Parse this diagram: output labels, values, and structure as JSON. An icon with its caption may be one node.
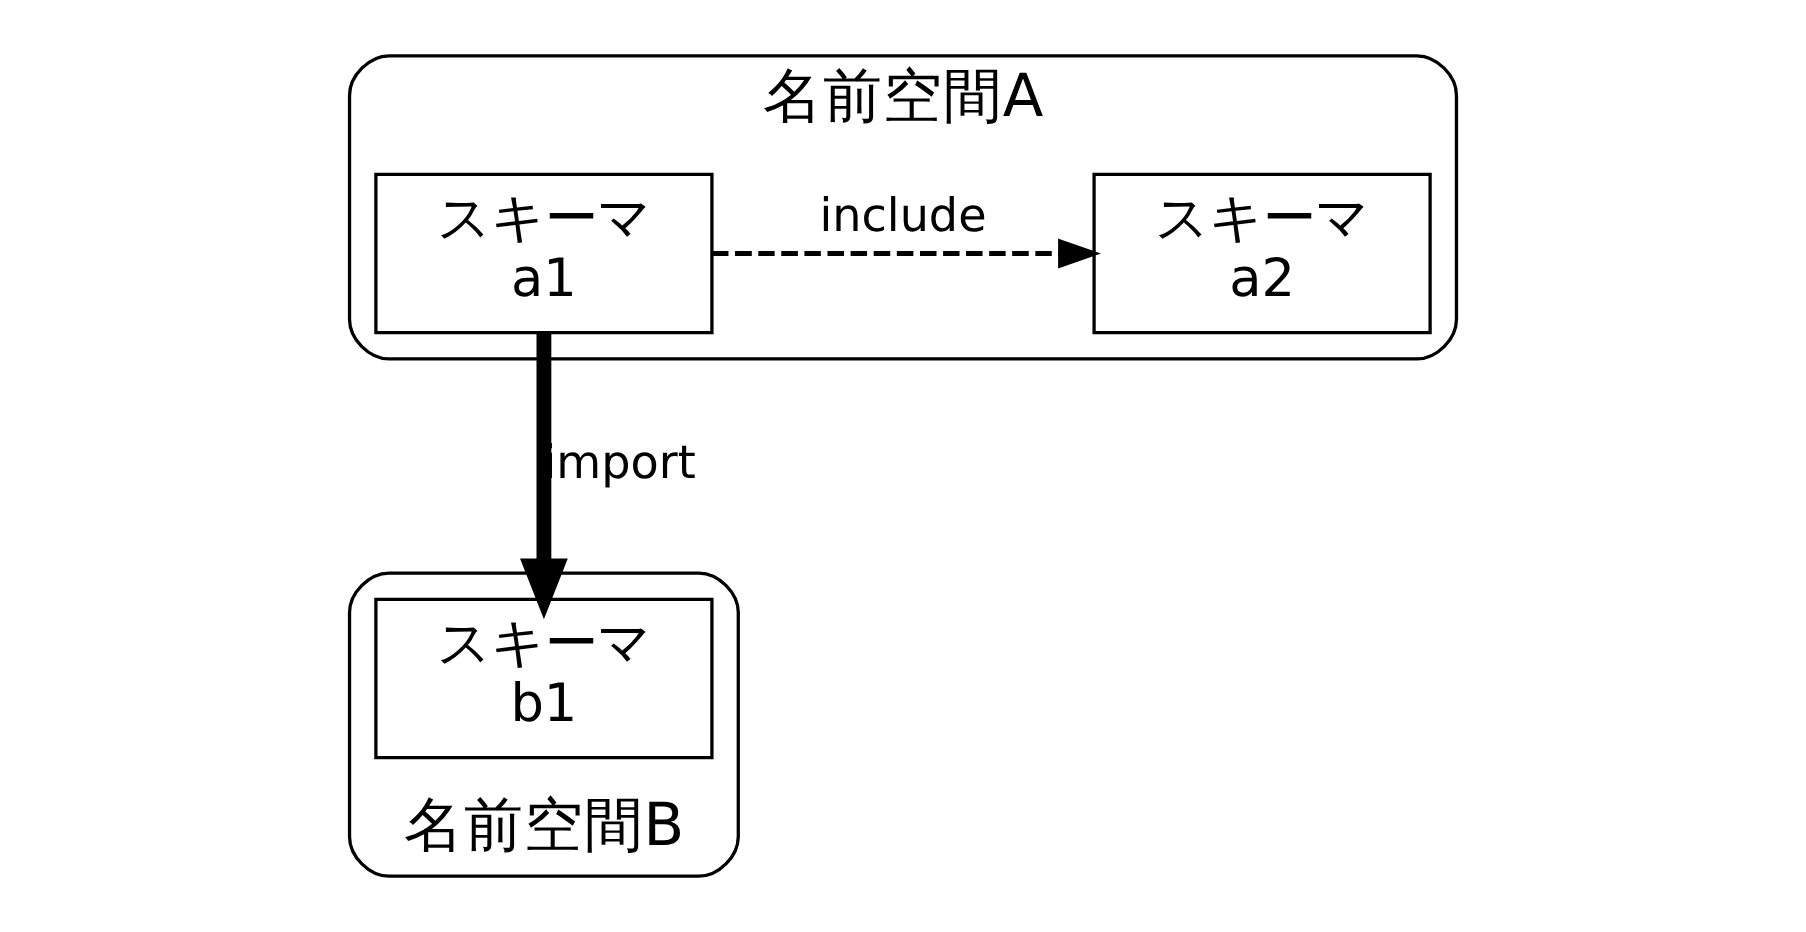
{
  "diagram": {
    "nodes": [
      {
        "text": [
          "名前空間A"
        ]
      },
      {
        "text": [
          "スキーマ",
          "a1"
        ],
        "in": 0
      },
      {
        "text": [
          "スキーマ",
          "a2"
        ],
        "in": 0
      },
      {
        "text": [
          "名前空間B"
        ]
      },
      {
        "text": [
          "スキーマ",
          "b1"
        ],
        "in": 3
      }
    ],
    "edges": [
      {
        "from": 1,
        "to": 2,
        "arrow": "to",
        "label": "include",
        "style": "dashed"
      },
      {
        "from": 1,
        "to": 4,
        "arrow": "to",
        "label": "import",
        "style": "thick"
      }
    ]
  }
}
